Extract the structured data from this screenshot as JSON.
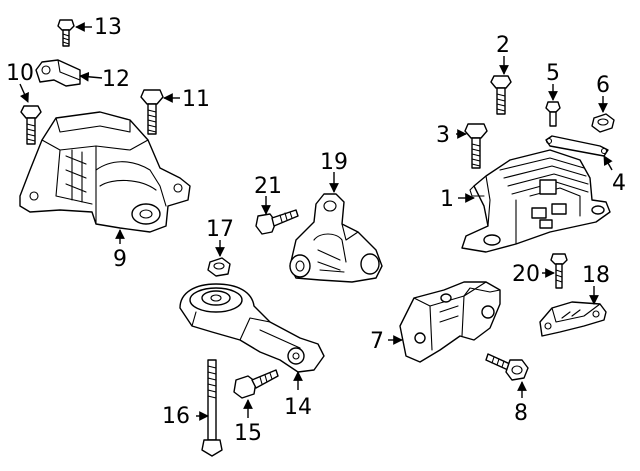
{
  "callouts": [
    {
      "id": "c1",
      "text": "1"
    },
    {
      "id": "c2",
      "text": "2"
    },
    {
      "id": "c3",
      "text": "3"
    },
    {
      "id": "c4",
      "text": "4"
    },
    {
      "id": "c5",
      "text": "5"
    },
    {
      "id": "c6",
      "text": "6"
    },
    {
      "id": "c7",
      "text": "7"
    },
    {
      "id": "c8",
      "text": "8"
    },
    {
      "id": "c9",
      "text": "9"
    },
    {
      "id": "c10",
      "text": "10"
    },
    {
      "id": "c11",
      "text": "11"
    },
    {
      "id": "c12",
      "text": "12"
    },
    {
      "id": "c13",
      "text": "13"
    },
    {
      "id": "c14",
      "text": "14"
    },
    {
      "id": "c15",
      "text": "15"
    },
    {
      "id": "c16",
      "text": "16"
    },
    {
      "id": "c17",
      "text": "17"
    },
    {
      "id": "c18",
      "text": "18"
    },
    {
      "id": "c19",
      "text": "19"
    },
    {
      "id": "c20",
      "text": "20"
    },
    {
      "id": "c21",
      "text": "21"
    }
  ],
  "colors": {
    "line": "#000000",
    "background": "#ffffff"
  }
}
